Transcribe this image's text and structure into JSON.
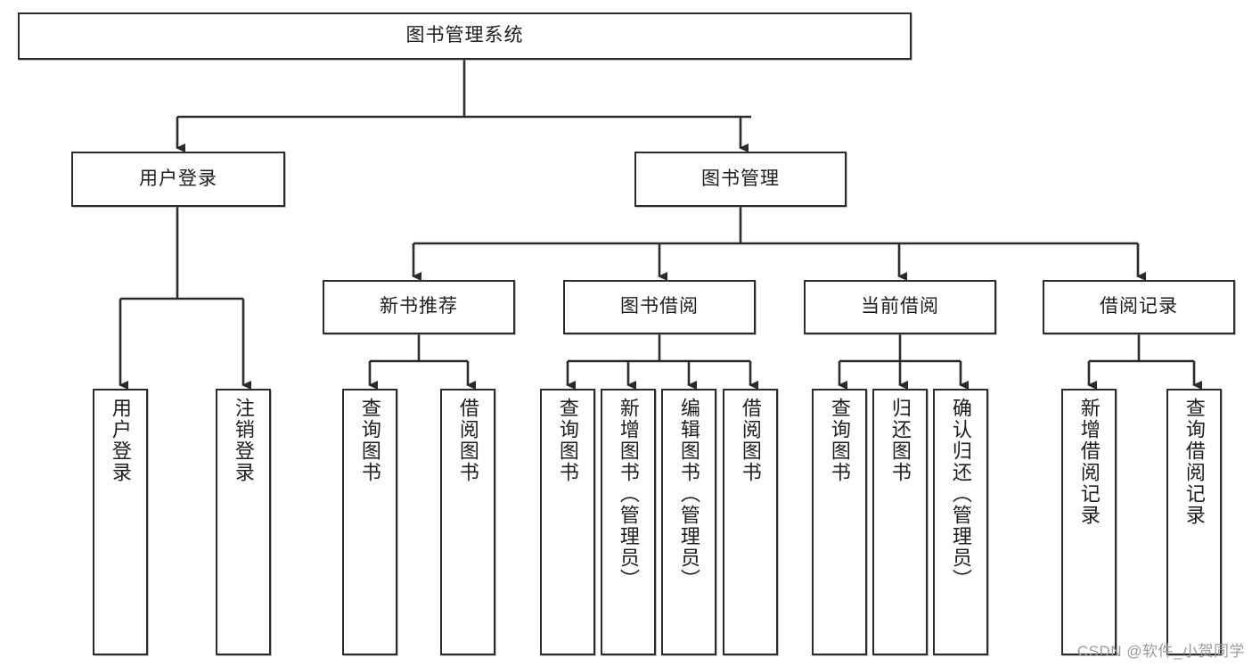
{
  "diagram": {
    "title": "图书管理系统",
    "type": "hierarchy-tree",
    "watermark": "CSDN @软件_小贺同学",
    "colors": {
      "box_border": "#2b2b2b",
      "box_fill": "#ffffff",
      "edge": "#2b2b2b",
      "text": "#1d1d1d",
      "watermark": "#9a9a9a",
      "background": "#ffffff"
    }
  },
  "root": {
    "label": "图书管理系统"
  },
  "level1": [
    {
      "label": "用户登录"
    },
    {
      "label": "图书管理"
    }
  ],
  "level2": [
    {
      "label": "新书推荐"
    },
    {
      "label": "图书借阅"
    },
    {
      "label": "当前借阅"
    },
    {
      "label": "借阅记录"
    }
  ],
  "leaves": {
    "user_login": [
      {
        "label": "用户登录"
      },
      {
        "label": "注销登录"
      }
    ],
    "new_book_recommend": [
      {
        "label": "查询图书"
      },
      {
        "label": "借阅图书"
      }
    ],
    "book_borrow": [
      {
        "label": "查询图书"
      },
      {
        "label": "新增图书（管理员）"
      },
      {
        "label": "编辑图书（管理员）"
      },
      {
        "label": "借阅图书"
      }
    ],
    "current_borrow": [
      {
        "label": "查询图书"
      },
      {
        "label": "归还图书"
      },
      {
        "label": "确认归还（管理员）"
      }
    ],
    "borrow_record": [
      {
        "label": "新增借阅记录"
      },
      {
        "label": "查询借阅记录"
      }
    ]
  }
}
